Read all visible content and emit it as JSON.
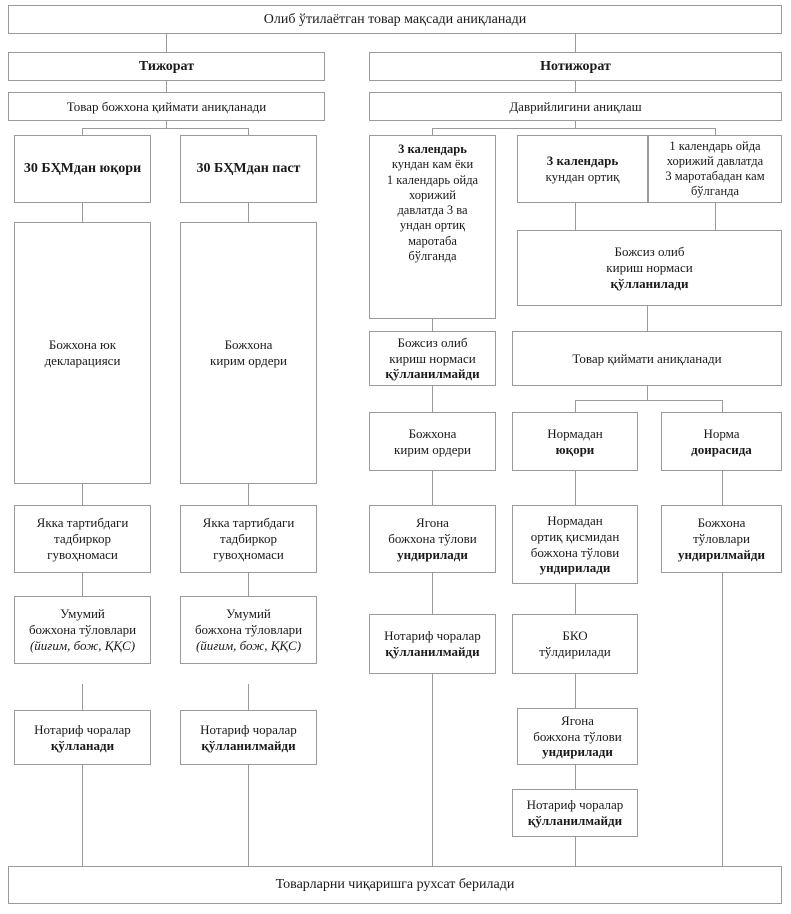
{
  "diagram": {
    "title_top": "Олиб ўтилаётган товар мақсади аниқланади",
    "title_bottom": "Товарларни чиқаришга рухсат берилади",
    "branch_commercial": "Тижорат",
    "branch_noncommercial": "Нотижорат",
    "nodes": {
      "customs_value": "Товар божхона қиймати аниқланади",
      "frequency": "Даврийлигини аниқлаш",
      "above_30": "30 БҲМдан юқори",
      "below_30": "30 БҲМдан паст",
      "cargo_declaration_l1": "Божхона юк",
      "cargo_declaration_l2": "декларацияси",
      "receipt_order_l1": "Божхона",
      "receipt_order_l2": "кирим ордери",
      "less_3_days_l1": "3 календарь",
      "less_3_days_l2": "кундан кам ёки",
      "less_3_days_l3": "1 календарь ойда",
      "less_3_days_l4": "хорижий",
      "less_3_days_l5": "давлатда 3 ва",
      "less_3_days_l6": "ундан ортиқ",
      "less_3_days_l7": "маротаба",
      "less_3_days_l8": "бўлганда",
      "more_3_days_l1": "3 календарь",
      "more_3_days_l2": "кундан ортиқ",
      "less_3_times_l1": "1 календарь ойда",
      "less_3_times_l2": "хорижий давлатда",
      "less_3_times_l3": "3 маротабадан кам",
      "less_3_times_l4": "бўлганда",
      "norm_applied_l1": "Божсиз олиб",
      "norm_applied_l2": "кириш нормаси",
      "norm_applied_l3": "қўлланилади",
      "norm_not_applied_l1": "Божсиз олиб",
      "norm_not_applied_l2": "кириш нормаси",
      "norm_not_applied_l3": "қўлланилмайди",
      "goods_value": "Товар қиймати аниқланади",
      "receipt_order2_l1": "Божхона",
      "receipt_order2_l2": "кирим ордери",
      "above_norm_l1": "Нормадан",
      "above_norm_l2": "юқори",
      "within_norm_l1": "Норма",
      "within_norm_l2": "доирасида",
      "ip_certificate_l1": "Якка тартибдаги",
      "ip_certificate_l2": "тадбиркор",
      "ip_certificate_l3": "гувоҳномаси",
      "general_payments_l1": "Умумий",
      "general_payments_l2": "божхона тўловлари",
      "general_payments_l3": "(йиғим, бож, ҚҚС)",
      "single_payment_l1": "Ягона",
      "single_payment_l2": "божхона тўлови",
      "single_payment_l3": "ундирилади",
      "above_norm_payment_l1": "Нормадан",
      "above_norm_payment_l2": "ортиқ қисмидан",
      "above_norm_payment_l3": "божхона тўлови",
      "above_norm_payment_l4": "ундирилади",
      "no_payments_l1": "Божхона",
      "no_payments_l2": "тўловлари",
      "no_payments_l3": "ундирилмайди",
      "nontariff_applied_l1": "Нотариф чоралар",
      "nontariff_applied_l2": "қўлланади",
      "nontariff_not_applied_l1": "Нотариф чоралар",
      "nontariff_not_applied_l2": "қўлланилмайди",
      "bko_l1": "БКО",
      "bko_l2": "тўлдирилади"
    }
  }
}
